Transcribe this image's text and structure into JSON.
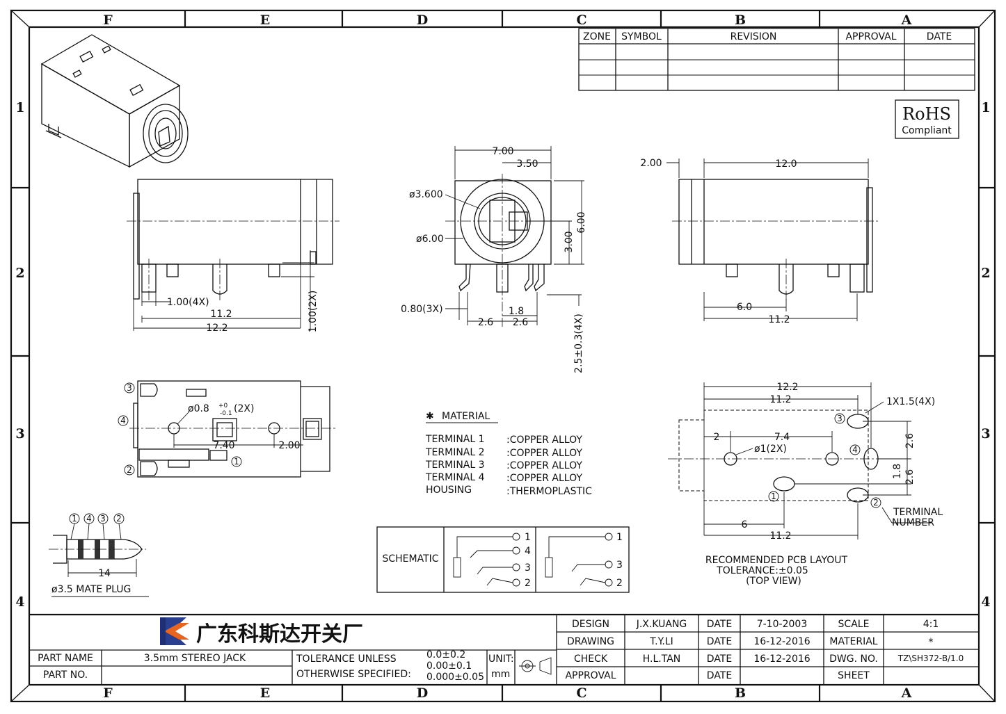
{
  "zones": {
    "cols": [
      "F",
      "E",
      "D",
      "C",
      "B",
      "A"
    ],
    "rows": [
      "1",
      "2",
      "3",
      "4"
    ]
  },
  "revision_table": {
    "headers": [
      "ZONE",
      "SYMBOL",
      "REVISION",
      "APPROVAL",
      "DATE"
    ]
  },
  "rohs": {
    "title": "RoHS",
    "sub": "Compliant"
  },
  "dims": {
    "side_1_00_4x": "1.00(4X)",
    "side_11_2": "11.2",
    "side_12_2": "12.2",
    "side_1_00_2x": "1.00(2X)",
    "front_7_00": "7.00",
    "front_3_50": "3.50",
    "front_d3_600": "ø3.600",
    "front_d6_00": "ø6.00",
    "front_6_00": "6.00",
    "front_3_00": "3.00",
    "front_0_80_3x": "0.80(3X)",
    "front_1_8": "1.8",
    "front_2_6a": "2.6",
    "front_2_6b": "2.6",
    "front_2_5": "2.5±0.3(4X)",
    "right_2_00": "2.00",
    "right_12_0": "12.0",
    "right_6_0": "6.0",
    "right_11_2": "11.2",
    "bottom_hole": "ø0.8",
    "bottom_hole_tol_up": "+0",
    "bottom_hole_tol_dn": "-0.1",
    "bottom_hole_qty": "(2X)",
    "bottom_7_40": "7.40",
    "bottom_2_00": "2.00",
    "pcb_12_2": "12.2",
    "pcb_11_2a": "11.2",
    "pcb_1x1_5": "1X1.5(4X)",
    "pcb_2": "2",
    "pcb_7_4": "7.4",
    "pcb_d1": "ø1(2X)",
    "pcb_2_6a": "2.6",
    "pcb_1_8": "1.8",
    "pcb_2_6b": "2.6",
    "pcb_6": "6",
    "pcb_11_2b": "11.2",
    "plug_14": "14"
  },
  "callouts": {
    "n1": "1",
    "n2": "2",
    "n3": "3",
    "n4": "4"
  },
  "terminal_number_label": [
    "TERMINAL",
    "NUMBER"
  ],
  "plug_label": "ø3.5 MATE PLUG",
  "pcb_caption": [
    "RECOMMENDED PCB LAYOUT",
    "TOLERANCE:±0.05",
    "(TOP VIEW)"
  ],
  "material": {
    "title": "MATERIAL",
    "rows": [
      {
        "part": "TERMINAL 1",
        "value": ":COPPER ALLOY"
      },
      {
        "part": "TERMINAL 2",
        "value": ":COPPER ALLOY"
      },
      {
        "part": "TERMINAL 3",
        "value": ":COPPER ALLOY"
      },
      {
        "part": "TERMINAL 4",
        "value": ":COPPER ALLOY"
      },
      {
        "part": "HOUSING",
        "value": ":THERMOPLASTIC"
      }
    ]
  },
  "schematic": {
    "label": "SCHEMATIC",
    "pins_left": [
      "1",
      "4",
      "3",
      "2"
    ],
    "pins_right": [
      "1",
      "3",
      "2"
    ]
  },
  "title_block": {
    "company": "广东科斯达开关厂",
    "design_label": "DESIGN",
    "design_name": "J.X.KUANG",
    "design_date_label": "DATE",
    "design_date": "7-10-2003",
    "drawing_label": "DRAWING",
    "drawing_name": "T.Y.LI",
    "drawing_date_label": "DATE",
    "drawing_date": "16-12-2016",
    "check_label": "CHECK",
    "check_name": "H.L.TAN",
    "check_date_label": "DATE",
    "check_date": "16-12-2016",
    "approval_label": "APPROVAL",
    "approval_date_label": "DATE",
    "scale_label": "SCALE",
    "scale_value": "4:1",
    "material_label": "MATERIAL",
    "material_value": "*",
    "dwg_label": "DWG. NO.",
    "dwg_value": "TZ\\SH372-B/1.0",
    "sheet_label": "SHEET",
    "part_name_label": "PART NAME",
    "part_name": "3.5mm STEREO JACK",
    "part_no_label": "PART NO.",
    "tol_line1": "TOLERANCE UNLESS",
    "tol_line2": "OTHERWISE SPECIFIED:",
    "tol_v1": "0.0±0.2",
    "tol_v2": "0.00±0.1",
    "tol_v3": "0.000±0.05",
    "unit_label": "UNIT:",
    "unit_value": "mm"
  }
}
